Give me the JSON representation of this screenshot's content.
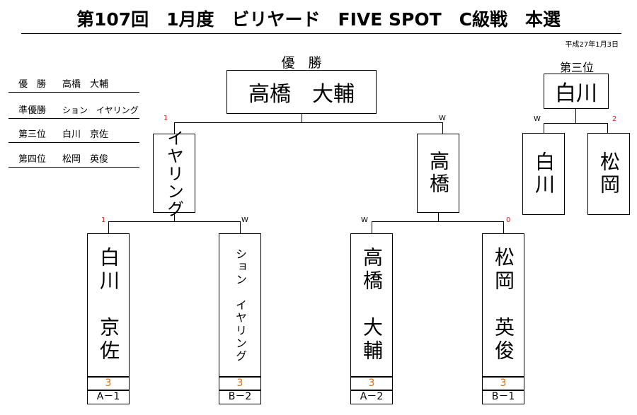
{
  "title": "第107回　1月度　ビリヤード　FIVE SPOT　C級戦　本選",
  "date": "平成27年1月3日",
  "summary": [
    {
      "rank": "優　勝",
      "name": "高橋　大輔"
    },
    {
      "rank": "準優勝",
      "name": "ション　イヤリング"
    },
    {
      "rank": "第三位",
      "name": "白川　京佐"
    },
    {
      "rank": "第四位",
      "name": "松岡　英俊"
    }
  ],
  "champion": {
    "label": "優　勝",
    "name": "高橋　大輔"
  },
  "third_place": {
    "label": "第三位",
    "name": "白川"
  },
  "third_match": {
    "left": {
      "name": "白川",
      "mark": "W"
    },
    "right": {
      "name": "松岡",
      "mark": "2"
    }
  },
  "semifinal": {
    "left": {
      "name": "イヤリング",
      "mark": "1"
    },
    "right": {
      "name": "高橋",
      "mark": "W"
    }
  },
  "first_round": [
    {
      "name": "白川　京佐",
      "mark": "1",
      "score": "3",
      "block": "A－1"
    },
    {
      "name": "ション　イヤリング",
      "mark": "W",
      "score": "3",
      "block": "B－2"
    },
    {
      "name": "高橋　大輔",
      "mark": "W",
      "score": "3",
      "block": "A－2"
    },
    {
      "name": "松岡　英俊",
      "mark": "0",
      "score": "3",
      "block": "B－1"
    }
  ]
}
